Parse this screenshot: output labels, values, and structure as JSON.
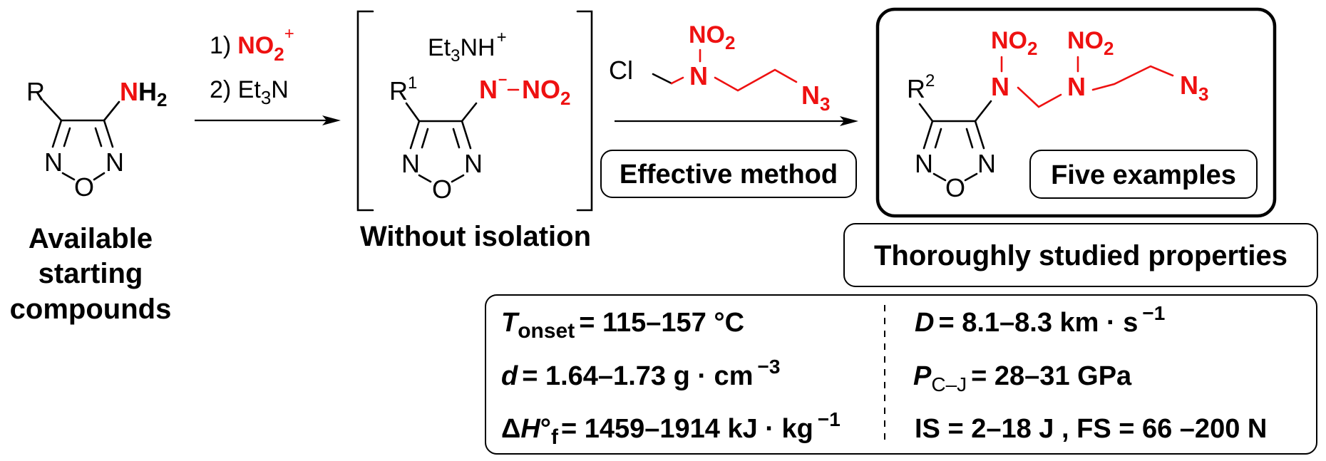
{
  "colors": {
    "highlight": "#ee1111",
    "ink": "#000000",
    "background": "#ffffff"
  },
  "starting_material": {
    "substituent": "R",
    "amine_N": "N",
    "amine_H": "H",
    "amine_sub": "2",
    "ring_N1": "N",
    "ring_N2": "N",
    "ring_O": "O",
    "label_lines": [
      "Available",
      "starting",
      "compounds"
    ]
  },
  "step1": {
    "reagent1_prefix": "1)",
    "reagent1_main": "NO",
    "reagent1_sub": "2",
    "reagent1_sup": "+",
    "reagent2_prefix": "2) Et",
    "reagent2_sub": "3",
    "reagent2_suffix": "N"
  },
  "intermediate": {
    "counterion_prefix": "Et",
    "counterion_sub": "3",
    "counterion_suffix": "NH",
    "counterion_charge": "+",
    "substituent": "R",
    "substituent_sup": "1",
    "anion_N": "N",
    "anion_charge": "–",
    "nitro": "NO",
    "nitro_sub": "2",
    "ring_N1": "N",
    "ring_N2": "N",
    "ring_O": "O",
    "label": "Without isolation"
  },
  "step2": {
    "reagent_Cl": "Cl",
    "reagent_N": "N",
    "reagent_nitro": "NO",
    "reagent_nitro_sub": "2",
    "reagent_azide": "N",
    "reagent_azide_sub": "3",
    "method_label": "Effective method"
  },
  "product": {
    "substituent": "R",
    "substituent_sup": "2",
    "N1": "N",
    "N1_nitro": "NO",
    "N1_nitro_sub": "2",
    "N2": "N",
    "N2_nitro": "NO",
    "N2_nitro_sub": "2",
    "azide": "N",
    "azide_sub": "3",
    "ring_N1": "N",
    "ring_N2": "N",
    "ring_O": "O",
    "examples_label": "Five examples"
  },
  "studied_label": "Thoroughly studied properties",
  "properties": {
    "left": [
      {
        "symbol": "T",
        "subscript": "onset",
        "value": "= 115–157 °C"
      },
      {
        "symbol": "d",
        "value": "= 1.64–1.73 g · cm",
        "exponent": "−3"
      },
      {
        "prefix": "Δ",
        "symbol": "H",
        "degree": "°",
        "subscript": "f",
        "value": "= 1459–1914 kJ · kg",
        "exponent": "−1"
      }
    ],
    "right": [
      {
        "symbol": "D",
        "value": "= 8.1–8.3 km · s",
        "exponent": "−1"
      },
      {
        "symbol": "P",
        "subscript": "C–J",
        "value": "= 28–31 GPa"
      },
      {
        "value": "IS = 2–18 J , FS = 66 –200 N"
      }
    ]
  }
}
